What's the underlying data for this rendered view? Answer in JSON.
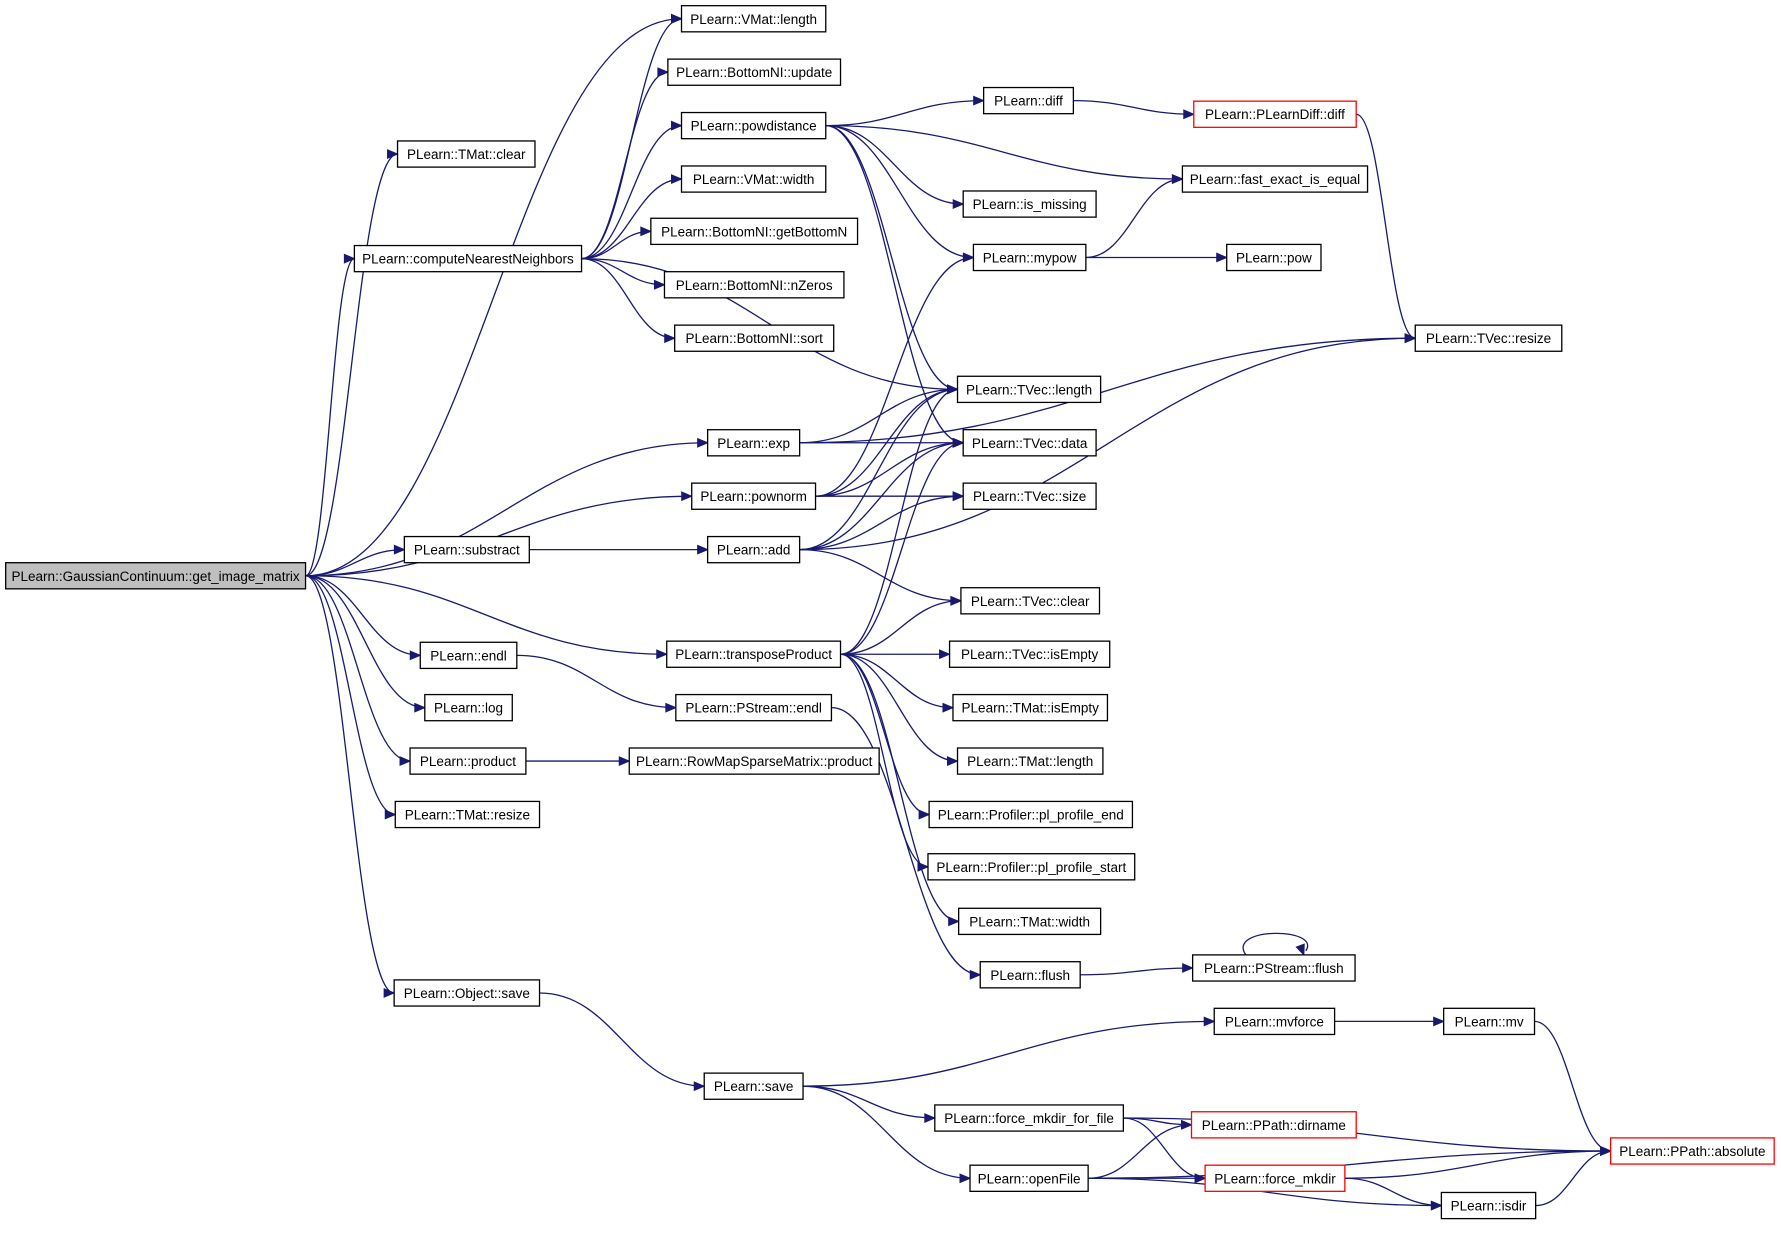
{
  "title": "",
  "diagram": {
    "nodes": [
      {
        "id": "root",
        "label": "PLearn::GaussianContinuum::get_image_matrix",
        "root": true
      },
      {
        "id": "vmat_length",
        "label": "PLearn::VMat::length"
      },
      {
        "id": "bottomnl_update",
        "label": "PLearn::BottomNI::update"
      },
      {
        "id": "powdistance",
        "label": "PLearn::powdistance"
      },
      {
        "id": "tmat_clear",
        "label": "PLearn::TMat::clear"
      },
      {
        "id": "vmat_width",
        "label": "PLearn::VMat::width"
      },
      {
        "id": "cnn",
        "label": "PLearn::computeNearestNeighbors"
      },
      {
        "id": "bottomnl_getbottomn",
        "label": "PLearn::BottomNI::getBottomN"
      },
      {
        "id": "bottomnl_nzeros",
        "label": "PLearn::BottomNI::nZeros"
      },
      {
        "id": "bottomnl_sort",
        "label": "PLearn::BottomNI::sort"
      },
      {
        "id": "diff",
        "label": "PLearn::diff"
      },
      {
        "id": "plearndiff_diff",
        "label": "PLearn::PLearnDiff::diff",
        "truncated": true
      },
      {
        "id": "fast_exact",
        "label": "PLearn::fast_exact_is_equal"
      },
      {
        "id": "is_missing",
        "label": "PLearn::is_missing"
      },
      {
        "id": "mypow",
        "label": "PLearn::mypow"
      },
      {
        "id": "pow",
        "label": "PLearn::pow"
      },
      {
        "id": "tvec_resize",
        "label": "PLearn::TVec::resize"
      },
      {
        "id": "tvec_length",
        "label": "PLearn::TVec::length"
      },
      {
        "id": "exp",
        "label": "PLearn::exp"
      },
      {
        "id": "tvec_data",
        "label": "PLearn::TVec::data"
      },
      {
        "id": "pownorm",
        "label": "PLearn::pownorm"
      },
      {
        "id": "tvec_size",
        "label": "PLearn::TVec::size"
      },
      {
        "id": "substract",
        "label": "PLearn::substract"
      },
      {
        "id": "add",
        "label": "PLearn::add"
      },
      {
        "id": "tvec_clear",
        "label": "PLearn::TVec::clear"
      },
      {
        "id": "endl",
        "label": "PLearn::endl"
      },
      {
        "id": "transposeproduct",
        "label": "PLearn::transposeProduct"
      },
      {
        "id": "tvec_isempty",
        "label": "PLearn::TVec::isEmpty"
      },
      {
        "id": "log",
        "label": "PLearn::log"
      },
      {
        "id": "pstream_endl",
        "label": "PLearn::PStream::endl"
      },
      {
        "id": "tmat_isempty",
        "label": "PLearn::TMat::isEmpty"
      },
      {
        "id": "product",
        "label": "PLearn::product"
      },
      {
        "id": "rowmap_product",
        "label": "PLearn::RowMapSparseMatrix::product"
      },
      {
        "id": "tmat_length",
        "label": "PLearn::TMat::length"
      },
      {
        "id": "tmat_resize",
        "label": "PLearn::TMat::resize"
      },
      {
        "id": "profile_end",
        "label": "PLearn::Profiler::pl_profile_end"
      },
      {
        "id": "profile_start",
        "label": "PLearn::Profiler::pl_profile_start"
      },
      {
        "id": "tmat_width",
        "label": "PLearn::TMat::width"
      },
      {
        "id": "flush",
        "label": "PLearn::flush"
      },
      {
        "id": "pstream_flush",
        "label": "PLearn::PStream::flush"
      },
      {
        "id": "object_save",
        "label": "PLearn::Object::save"
      },
      {
        "id": "mvforce",
        "label": "PLearn::mvforce"
      },
      {
        "id": "mv",
        "label": "PLearn::mv"
      },
      {
        "id": "save",
        "label": "PLearn::save"
      },
      {
        "id": "force_mkdir_for_file",
        "label": "PLearn::force_mkdir_for_file"
      },
      {
        "id": "ppath_dirname",
        "label": "PLearn::PPath::dirname",
        "truncated": true
      },
      {
        "id": "force_mkdir",
        "label": "PLearn::force_mkdir",
        "truncated": true
      },
      {
        "id": "ppath_absolute",
        "label": "PLearn::PPath::absolute",
        "truncated": true
      },
      {
        "id": "openfile",
        "label": "PLearn::openFile"
      },
      {
        "id": "isdir",
        "label": "PLearn::isdir"
      }
    ],
    "edges": [
      [
        "root",
        "tmat_clear"
      ],
      [
        "root",
        "cnn"
      ],
      [
        "root",
        "vmat_length"
      ],
      [
        "root",
        "exp"
      ],
      [
        "root",
        "pownorm"
      ],
      [
        "root",
        "substract"
      ],
      [
        "root",
        "transposeproduct"
      ],
      [
        "root",
        "endl"
      ],
      [
        "root",
        "log"
      ],
      [
        "root",
        "product"
      ],
      [
        "root",
        "tmat_resize"
      ],
      [
        "root",
        "object_save"
      ],
      [
        "cnn",
        "vmat_length"
      ],
      [
        "cnn",
        "bottomnl_update"
      ],
      [
        "cnn",
        "powdistance"
      ],
      [
        "cnn",
        "vmat_width"
      ],
      [
        "cnn",
        "bottomnl_getbottomn"
      ],
      [
        "cnn",
        "bottomnl_nzeros"
      ],
      [
        "cnn",
        "bottomnl_sort"
      ],
      [
        "cnn",
        "tvec_length"
      ],
      [
        "powdistance",
        "diff"
      ],
      [
        "powdistance",
        "fast_exact"
      ],
      [
        "powdistance",
        "is_missing"
      ],
      [
        "powdistance",
        "mypow"
      ],
      [
        "powdistance",
        "tvec_length"
      ],
      [
        "powdistance",
        "tvec_data"
      ],
      [
        "diff",
        "plearndiff_diff"
      ],
      [
        "plearndiff_diff",
        "tvec_resize"
      ],
      [
        "mypow",
        "fast_exact"
      ],
      [
        "mypow",
        "pow"
      ],
      [
        "exp",
        "tvec_resize"
      ],
      [
        "exp",
        "tvec_length"
      ],
      [
        "exp",
        "tvec_data"
      ],
      [
        "pownorm",
        "mypow"
      ],
      [
        "pownorm",
        "tvec_length"
      ],
      [
        "pownorm",
        "tvec_data"
      ],
      [
        "pownorm",
        "tvec_size"
      ],
      [
        "substract",
        "add"
      ],
      [
        "add",
        "tvec_resize"
      ],
      [
        "add",
        "tvec_length"
      ],
      [
        "add",
        "tvec_data"
      ],
      [
        "add",
        "tvec_size"
      ],
      [
        "add",
        "tvec_clear"
      ],
      [
        "transposeproduct",
        "tvec_length"
      ],
      [
        "transposeproduct",
        "tvec_data"
      ],
      [
        "transposeproduct",
        "tvec_clear"
      ],
      [
        "transposeproduct",
        "tvec_isempty"
      ],
      [
        "transposeproduct",
        "tmat_isempty"
      ],
      [
        "transposeproduct",
        "tmat_length"
      ],
      [
        "transposeproduct",
        "profile_end"
      ],
      [
        "transposeproduct",
        "profile_start"
      ],
      [
        "transposeproduct",
        "tmat_width"
      ],
      [
        "endl",
        "pstream_endl"
      ],
      [
        "pstream_endl",
        "flush"
      ],
      [
        "flush",
        "pstream_flush"
      ],
      [
        "pstream_flush",
        "pstream_flush"
      ],
      [
        "product",
        "rowmap_product"
      ],
      [
        "object_save",
        "save"
      ],
      [
        "save",
        "mvforce"
      ],
      [
        "save",
        "force_mkdir_for_file"
      ],
      [
        "save",
        "openfile"
      ],
      [
        "mvforce",
        "mv"
      ],
      [
        "mv",
        "ppath_absolute"
      ],
      [
        "force_mkdir_for_file",
        "ppath_dirname"
      ],
      [
        "force_mkdir_for_file",
        "force_mkdir"
      ],
      [
        "force_mkdir_for_file",
        "ppath_absolute"
      ],
      [
        "openfile",
        "ppath_dirname"
      ],
      [
        "openfile",
        "force_mkdir"
      ],
      [
        "openfile",
        "isdir"
      ],
      [
        "openfile",
        "ppath_absolute"
      ],
      [
        "force_mkdir",
        "ppath_absolute"
      ],
      [
        "force_mkdir",
        "isdir"
      ],
      [
        "isdir",
        "ppath_absolute"
      ]
    ]
  }
}
